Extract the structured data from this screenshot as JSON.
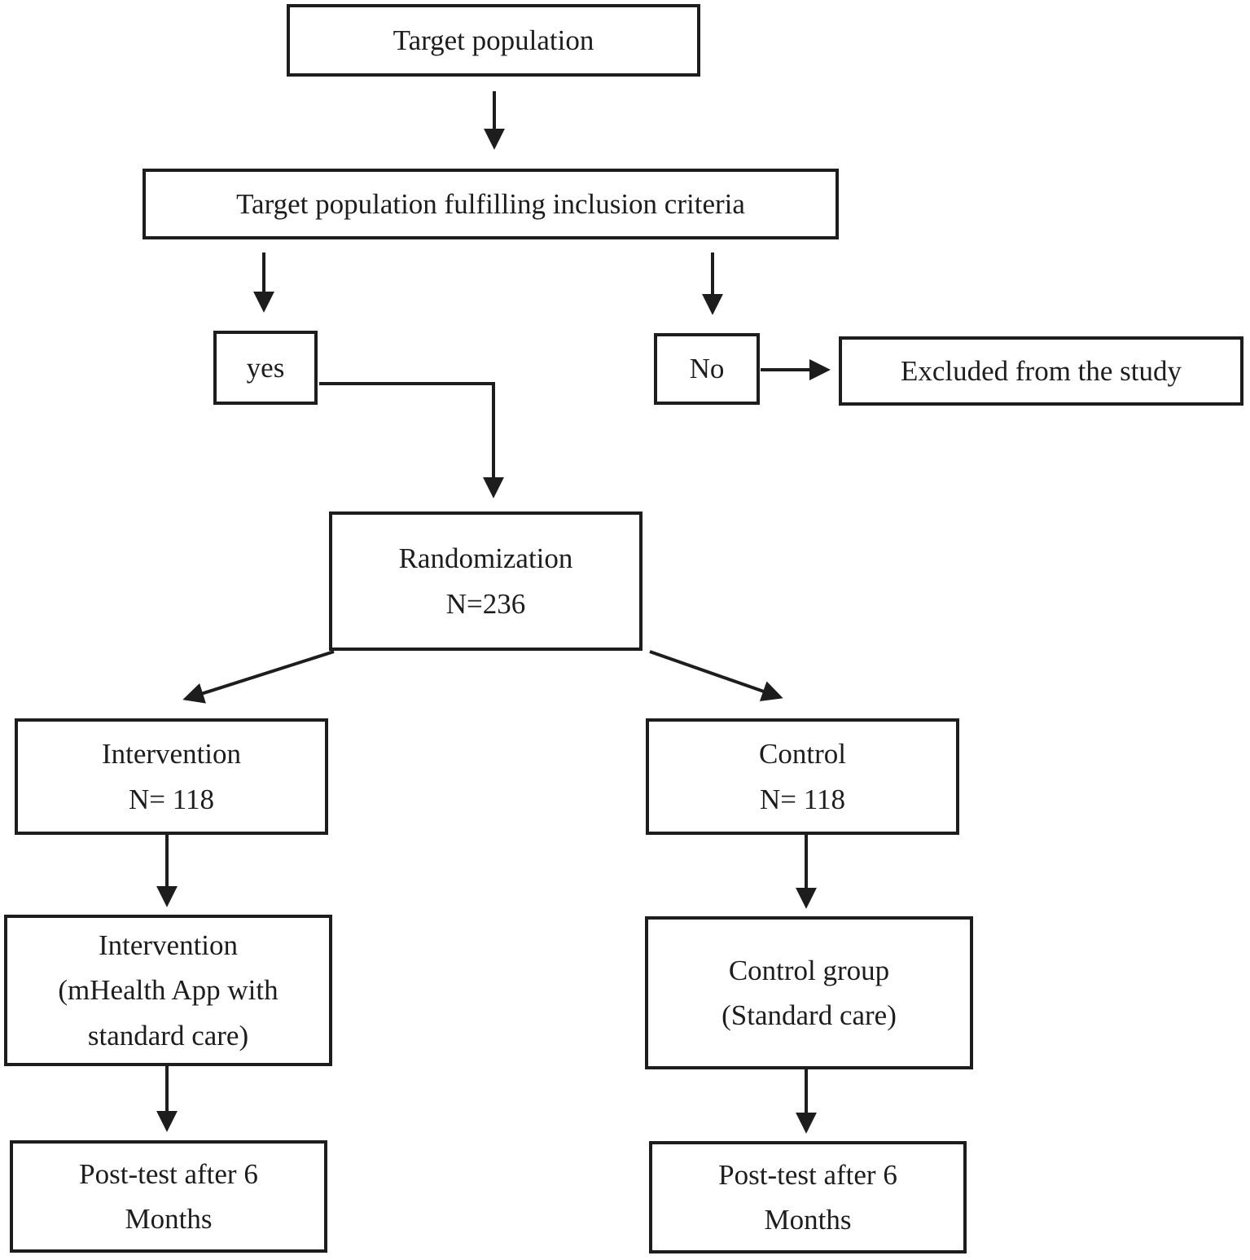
{
  "colors": {
    "line": "#1d1d1d",
    "text": "#1d1d1d",
    "box_border": "#1d1d1d",
    "background": "#ffffff"
  },
  "nodes": {
    "target_population": {
      "label": "Target population"
    },
    "inclusion_criteria": {
      "label": "Target population fulfilling inclusion criteria"
    },
    "yes": {
      "label": "yes"
    },
    "no": {
      "label": "No"
    },
    "excluded": {
      "label": "Excluded from the study"
    },
    "randomization": {
      "line1": "Randomization",
      "line2": "N=236"
    },
    "intervention_group": {
      "line1": "Intervention",
      "line2": "N= 118"
    },
    "control_group": {
      "line1": "Control",
      "line2": "N= 118"
    },
    "intervention_detail": {
      "line1": "Intervention",
      "line2": "(mHealth App with",
      "line3": "standard care)"
    },
    "control_detail": {
      "line1": "Control group",
      "line2": "(Standard care)"
    },
    "posttest_intervention": {
      "line1": "Post-test after 6",
      "line2": "Months"
    },
    "posttest_control": {
      "line1": "Post-test after 6",
      "line2": "Months"
    }
  },
  "edges": [
    {
      "from": "target_population",
      "to": "inclusion_criteria"
    },
    {
      "from": "inclusion_criteria",
      "to": "yes"
    },
    {
      "from": "inclusion_criteria",
      "to": "no"
    },
    {
      "from": "no",
      "to": "excluded"
    },
    {
      "from": "yes",
      "to": "randomization"
    },
    {
      "from": "randomization",
      "to": "intervention_group"
    },
    {
      "from": "randomization",
      "to": "control_group"
    },
    {
      "from": "intervention_group",
      "to": "intervention_detail"
    },
    {
      "from": "intervention_detail",
      "to": "posttest_intervention"
    },
    {
      "from": "control_group",
      "to": "control_detail"
    },
    {
      "from": "control_detail",
      "to": "posttest_control"
    }
  ]
}
